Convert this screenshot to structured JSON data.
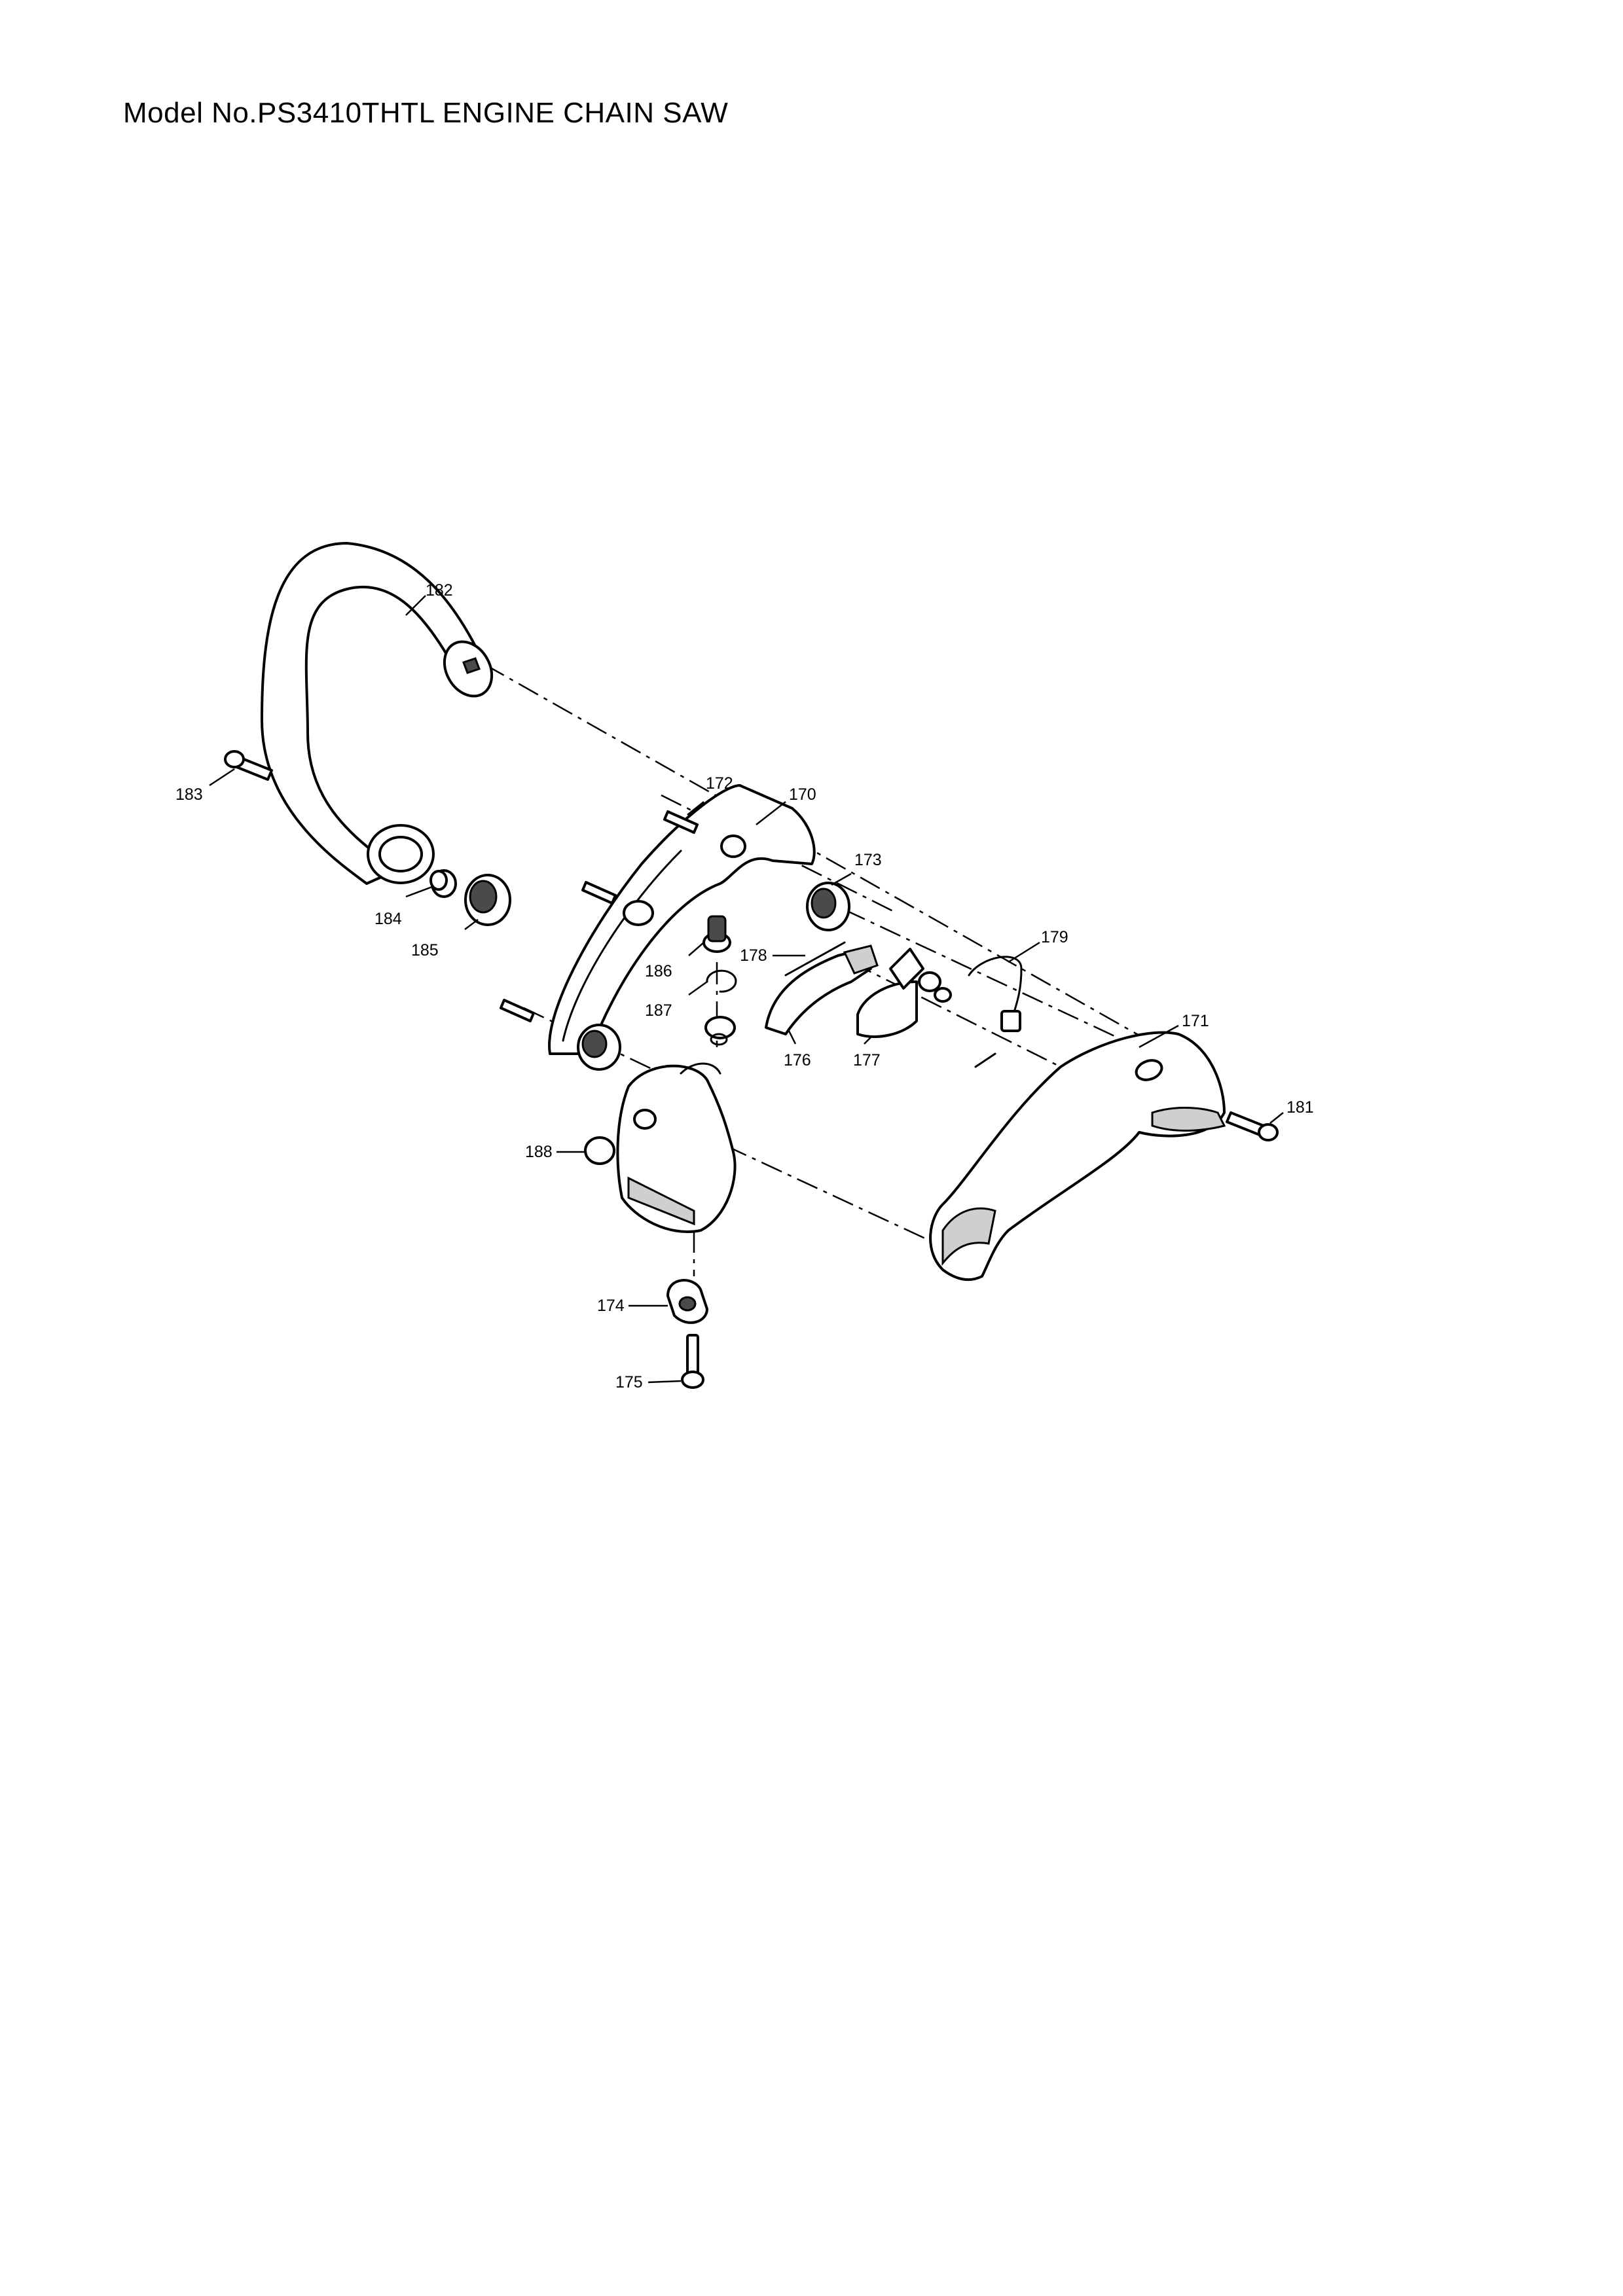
{
  "title": "Model No.PS3410THTL ENGINE CHAIN SAW",
  "callouts": {
    "c170": "170",
    "c171": "171",
    "c172": "172",
    "c173": "173",
    "c174": "174",
    "c175": "175",
    "c176": "176",
    "c177": "177",
    "c178": "178",
    "c179": "179",
    "c181": "181",
    "c182": "182",
    "c183": "183",
    "c184": "184",
    "c185": "185",
    "c186": "186",
    "c187": "187",
    "c188": "188"
  }
}
